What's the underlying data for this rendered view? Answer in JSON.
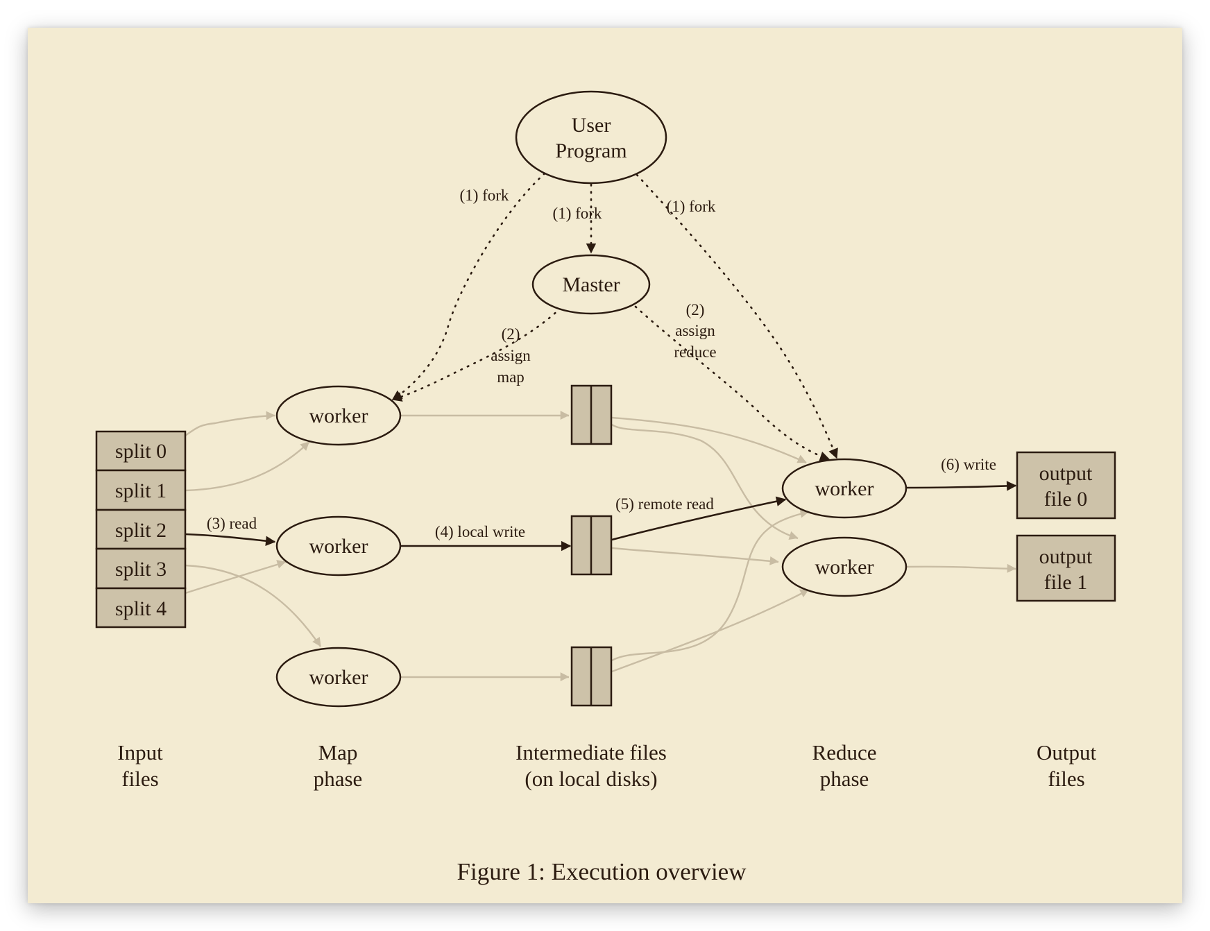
{
  "nodes": {
    "user_program": [
      "User",
      "Program"
    ],
    "master": "Master",
    "worker": "worker",
    "input_splits": [
      "split 0",
      "split 1",
      "split 2",
      "split 3",
      "split 4"
    ],
    "output_files": [
      [
        "output",
        "file 0"
      ],
      [
        "output",
        "file 1"
      ]
    ]
  },
  "edge_labels": {
    "fork": "(1) fork",
    "assign_map": [
      "(2)",
      "assign",
      "map"
    ],
    "assign_reduce": [
      "(2)",
      "assign",
      "reduce"
    ],
    "read": "(3) read",
    "local_write": "(4) local write",
    "remote_read": "(5) remote read",
    "write": "(6) write"
  },
  "phases": [
    [
      "Input",
      "files"
    ],
    [
      "Map",
      "phase"
    ],
    [
      "Intermediate files",
      "(on local disks)"
    ],
    [
      "Reduce",
      "phase"
    ],
    [
      "Output",
      "files"
    ]
  ],
  "caption": "Figure 1: Execution overview",
  "colors": {
    "background": "#f3ebd2",
    "box_fill": "#cdc2a9",
    "ink": "#2b1b10",
    "light_edge": "#c8bca3"
  }
}
